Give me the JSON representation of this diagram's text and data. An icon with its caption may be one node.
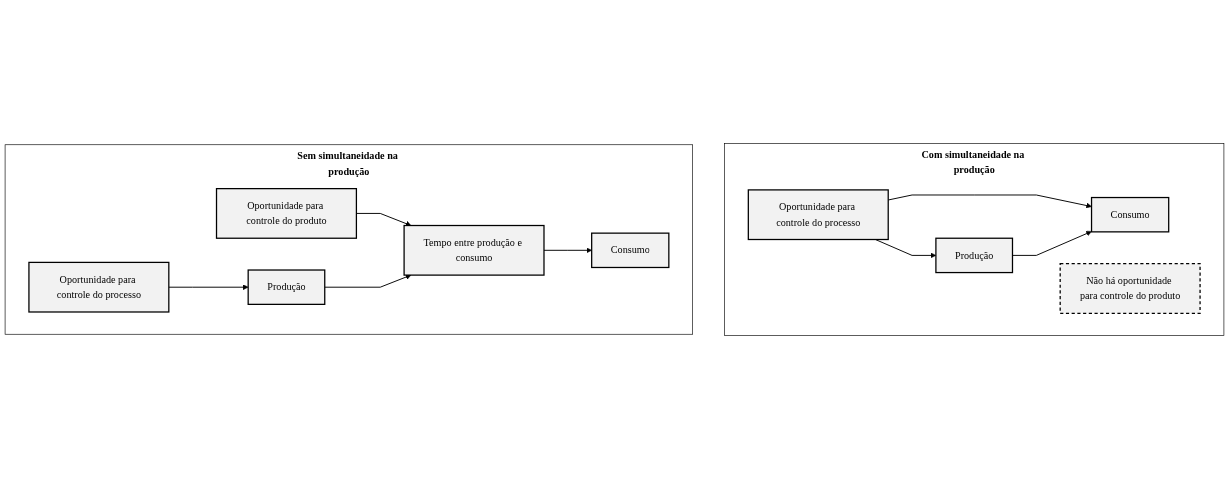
{
  "diagram": {
    "nodes": [
      {
        "text": [
          "Sem simultaneidade na produção"
        ]
      },
      {
        "text": [
          "Oportunidade para controle do processo"
        ],
        "in": 0
      },
      {
        "text": [
          "Oportunidade para controle do produto"
        ],
        "in": 0
      },
      {
        "text": [
          "Produção"
        ],
        "in": 0
      },
      {
        "text": [
          "Tempo entre produção e consumo"
        ],
        "in": 0
      },
      {
        "text": [
          "Consumo"
        ],
        "in": 0
      },
      {
        "text": [
          "Com simultaneidade na produção"
        ]
      },
      {
        "text": [
          "Oportunidade para controle do processo"
        ],
        "in": 6
      },
      {
        "text": [
          "Produção"
        ],
        "in": 6
      },
      {
        "text": [
          "Consumo"
        ],
        "in": 6
      },
      {
        "text": [
          "Não há oportunidade para controle do produto"
        ],
        "in": 6
      }
    ],
    "edges": [
      {
        "from": 1,
        "to": 3,
        "arrow": "to"
      },
      {
        "from": 2,
        "to": 4,
        "arrow": "to"
      },
      {
        "from": 3,
        "to": 4,
        "arrow": "to"
      },
      {
        "from": 4,
        "to": 5,
        "arrow": "to"
      },
      {
        "from": 7,
        "to": 8,
        "arrow": "to"
      },
      {
        "from": 7,
        "to": 9,
        "arrow": "to"
      },
      {
        "from": 8,
        "to": 9,
        "arrow": "to"
      }
    ]
  }
}
